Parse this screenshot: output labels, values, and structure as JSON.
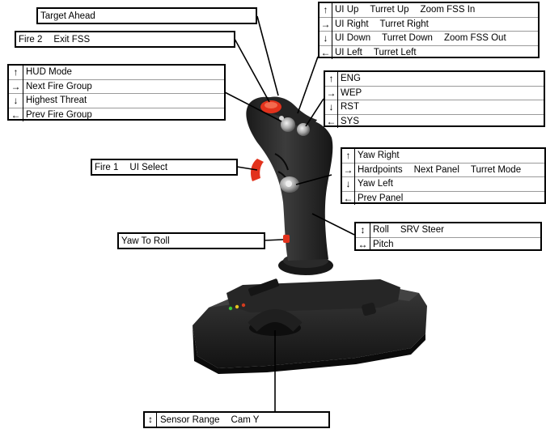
{
  "callouts": {
    "target_ahead": {
      "label": "Target Ahead"
    },
    "fire2": {
      "items": [
        "Fire 2",
        "Exit FSS"
      ]
    },
    "hat_left": {
      "rows": [
        {
          "arrow": "↑",
          "items": [
            "HUD Mode"
          ]
        },
        {
          "arrow": "→",
          "items": [
            "Next Fire Group"
          ]
        },
        {
          "arrow": "↓",
          "items": [
            "Highest Threat"
          ]
        },
        {
          "arrow": "←",
          "items": [
            "Prev Fire Group"
          ]
        }
      ]
    },
    "hat_top_right": {
      "rows": [
        {
          "arrow": "↑",
          "items": [
            "UI Up",
            "Turret Up",
            "Zoom FSS In"
          ]
        },
        {
          "arrow": "→",
          "items": [
            "UI Right",
            "Turret Right"
          ]
        },
        {
          "arrow": "↓",
          "items": [
            "UI Down",
            "Turret Down",
            "Zoom FSS Out"
          ]
        },
        {
          "arrow": "←",
          "items": [
            "UI Left",
            "Turret Left"
          ]
        }
      ]
    },
    "hat_pips": {
      "rows": [
        {
          "arrow": "↑",
          "items": [
            "ENG"
          ]
        },
        {
          "arrow": "→",
          "items": [
            "WEP"
          ]
        },
        {
          "arrow": "↓",
          "items": [
            "RST"
          ]
        },
        {
          "arrow": "←",
          "items": [
            "SYS"
          ]
        }
      ]
    },
    "fire1": {
      "items": [
        "Fire 1",
        "UI Select"
      ]
    },
    "hat_yaw": {
      "rows": [
        {
          "arrow": "↑",
          "items": [
            "Yaw Right"
          ]
        },
        {
          "arrow": "→",
          "items": [
            "Hardpoints",
            "Next Panel",
            "Turret Mode"
          ]
        },
        {
          "arrow": "↓",
          "items": [
            "Yaw Left"
          ]
        },
        {
          "arrow": "←",
          "items": [
            "Prev Panel"
          ]
        }
      ]
    },
    "stick_axes": {
      "rows": [
        {
          "arrow": "↕",
          "items": [
            "Roll",
            "SRV Steer"
          ]
        },
        {
          "arrow": "↔",
          "items": [
            "Pitch"
          ]
        }
      ]
    },
    "yaw_to_roll": {
      "label": "Yaw To Roll"
    },
    "throttle_wheel": {
      "arrow": "↕",
      "items": [
        "Sensor Range",
        "Cam Y"
      ]
    }
  },
  "colors": {
    "red_button": "#e2321c",
    "body_dark": "#2b2b2b",
    "led_green": "#37c837",
    "led_yellow": "#e6c21e",
    "led_red": "#d23b1e"
  }
}
